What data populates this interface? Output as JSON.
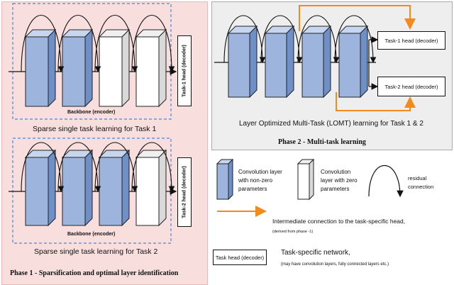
{
  "phase1": {
    "title": "Phase 1 - Sparsification and optimal layer identification",
    "task1": {
      "backbone_label": "Backbone (encoder)",
      "head_label": "Task-1 head (decoder)",
      "caption": "Sparse single task learning for Task 1"
    },
    "task2": {
      "backbone_label": "Backbone (encoder)",
      "head_label": "Task-2 head (decoder)",
      "caption": "Sparse single task learning for Task 2"
    }
  },
  "phase2": {
    "title": "Phase 2 - Multi-task learning",
    "head1_label": "Task-1 head (decoder)",
    "head2_label": "Task-2 head (decoder)",
    "caption": "Layer Optimized Multi-Task (LOMT) learning for Task 1 & 2"
  },
  "legend": {
    "conv_nonzero": [
      "Convolution layer",
      "with non-zero",
      "parameters"
    ],
    "conv_zero": [
      "Convolution",
      "layer with zero",
      "parameters"
    ],
    "residual": [
      "residual",
      "connection"
    ],
    "intermediate": "Intermediate connection to the task-specific head,",
    "intermediate_note": "(derived from phase -1)",
    "task_head_box": "Task head (decoder)",
    "task_head_desc": "Task-specific network,",
    "task_head_note": "(may have convolution layers, fully connected layers  etc.)"
  },
  "colors": {
    "phase1_bg": "#f9dede",
    "phase2_bg": "#eeeeee",
    "conv_blue_front": "#9db5dd",
    "conv_blue_side": "#6f8fc7",
    "conv_zero_front": "#ffffff",
    "conv_zero_side": "#d9d9d9",
    "dashed_box": "#4a84d8",
    "orange": "#f28a1e"
  }
}
